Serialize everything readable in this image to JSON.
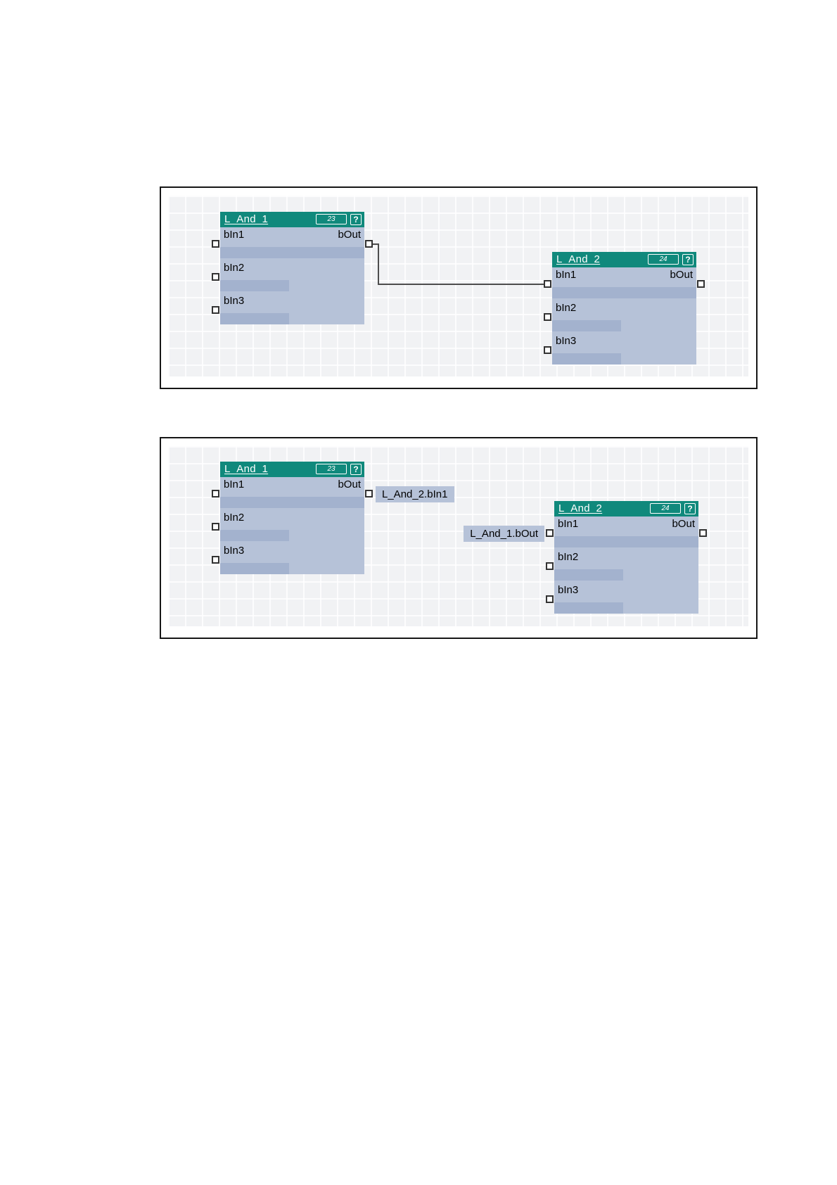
{
  "colors": {
    "header_teal": "#10897c",
    "header_text": "#ffffff",
    "block_body": "#b6c2d8",
    "value_band": "#a3b2ce",
    "canvas_background": "#f1f2f4",
    "grid_line": "#ffffff",
    "wire": "#4d4d4d",
    "panel_border": "#161616",
    "connector_fill": "#ffffff",
    "connector_border": "#333333",
    "port_text": "#000000",
    "connection_label_bg": "#b6c2d8"
  },
  "blocks": {
    "and1": {
      "title": "L_And_1",
      "badge": "23",
      "help": "?",
      "inputs": [
        "bIn1",
        "bIn2",
        "bIn3"
      ],
      "output": "bOut"
    },
    "and2": {
      "title": "L_And_2",
      "badge": "24",
      "help": "?",
      "inputs": [
        "bIn1",
        "bIn2",
        "bIn3"
      ],
      "output": "bOut"
    }
  },
  "panel2_labels": {
    "at_and1_output": "L_And_2.bIn1",
    "at_and2_input": "L_And_1.bOut"
  }
}
